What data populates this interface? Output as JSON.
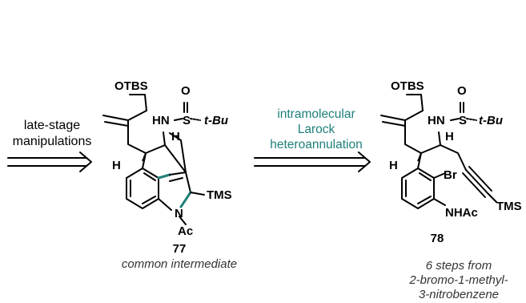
{
  "colors": {
    "accent": "#1f7f7a",
    "text": "#000000",
    "caption": "#333333"
  },
  "arrow1": {
    "line1": "late-stage",
    "line2": "manipulations"
  },
  "arrow2": {
    "line1": "intramolecular",
    "line2": "Larock",
    "line3": "heteroannulation"
  },
  "compound77": {
    "label": "77",
    "caption": "common intermediate",
    "atoms": {
      "otbs": "OTBS",
      "o": "O",
      "hn": "HN",
      "s": "S",
      "tbu": "t-Bu",
      "h_top": "H",
      "h_left": "H",
      "tms": "TMS",
      "n": "N",
      "ac": "Ac"
    }
  },
  "compound78": {
    "label": "78",
    "caption_line1": "6 steps from",
    "caption_line2": "2-bromo-1-methyl-",
    "caption_line3": "3-nitrobenzene",
    "atoms": {
      "otbs": "OTBS",
      "o": "O",
      "hn": "HN",
      "s": "S",
      "tbu": "t-Bu",
      "h_top": "H",
      "h_left": "H",
      "br": "Br",
      "nhac": "NHAc",
      "tms": "TMS"
    }
  }
}
